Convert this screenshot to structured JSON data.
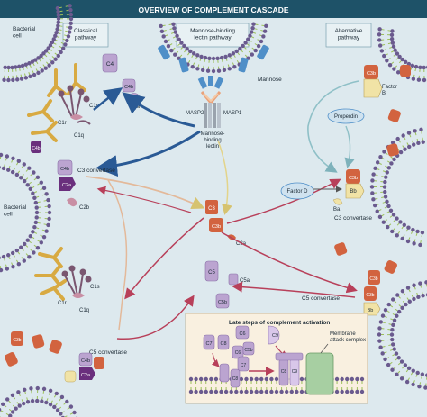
{
  "title": "OVERVIEW OF COMPLEMENT CASCADE",
  "pathways": {
    "classical": "Classical\npathway",
    "lectin": "Mannose-binding\nlectin pathway",
    "alternative": "Alternative\npathway"
  },
  "labels": {
    "bacterial_cell": "Bacterial\ncell",
    "mannose": "Mannose",
    "masp2": "MASP2",
    "masp1": "MASP1",
    "mbl": "Mannose-\nbinding\nlectin",
    "c1s": "C1s",
    "c1r": "C1r",
    "c1q": "C1q",
    "c4": "C4",
    "c4a": "C4a",
    "c4b": "C4b",
    "c2a": "C2a",
    "c2b": "C2b",
    "c3_convertase": "C3 convertase",
    "c3": "C3",
    "c3a": "C3a",
    "c3b": "C3b",
    "c5": "C5",
    "c5a": "C5a",
    "c5b": "C5b",
    "c5_convertase": "C5 convertase",
    "properdin": "Properdin",
    "factor_b": "Factor\nB",
    "factor_d": "Factor D",
    "bb": "Bb",
    "ba": "Ba",
    "c6": "C6",
    "c7": "C7",
    "c8": "C8",
    "c9": "C9",
    "late_steps": "Late steps of complement activation",
    "mac": "Membrane\nattack complex"
  },
  "colors": {
    "background": "#dde9ee",
    "title_bar": "#1e5268",
    "membrane_head": "#6a5a8e",
    "membrane_tail": "#9cc05a",
    "antibody": "#d8aa42",
    "c1_complex": "#7a5670",
    "lectin_blue": "#4f8fc8",
    "c3_orange": "#d2633f",
    "c4_lilac": "#bba4d0",
    "c2a_purple": "#6a2f7d",
    "factor_b_yellow": "#f1e3a6",
    "mac_green": "#a7cfa2",
    "late_box": "#f9f0e0",
    "arrow_navy": "#2a5a95",
    "arrow_pink": "#b8405a",
    "arrow_yellow": "#e3d48a",
    "arrow_teal": "#8fc0c7"
  }
}
